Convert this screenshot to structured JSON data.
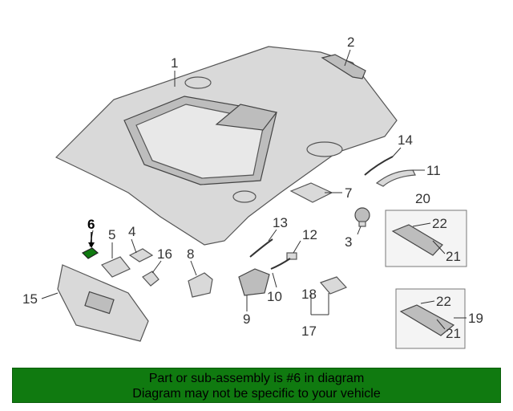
{
  "diagram": {
    "callouts": [
      "1",
      "2",
      "3",
      "4",
      "5",
      "6",
      "7",
      "8",
      "9",
      "10",
      "11",
      "12",
      "13",
      "14",
      "15",
      "16",
      "17",
      "18",
      "19",
      "20",
      "21",
      "22",
      "21",
      "22"
    ],
    "highlight_color": "#107a10"
  },
  "banner": {
    "line1": "Part or sub-assembly is #6 in diagram",
    "line2": "Diagram may not be specific to your vehicle",
    "background": "#107a10"
  }
}
